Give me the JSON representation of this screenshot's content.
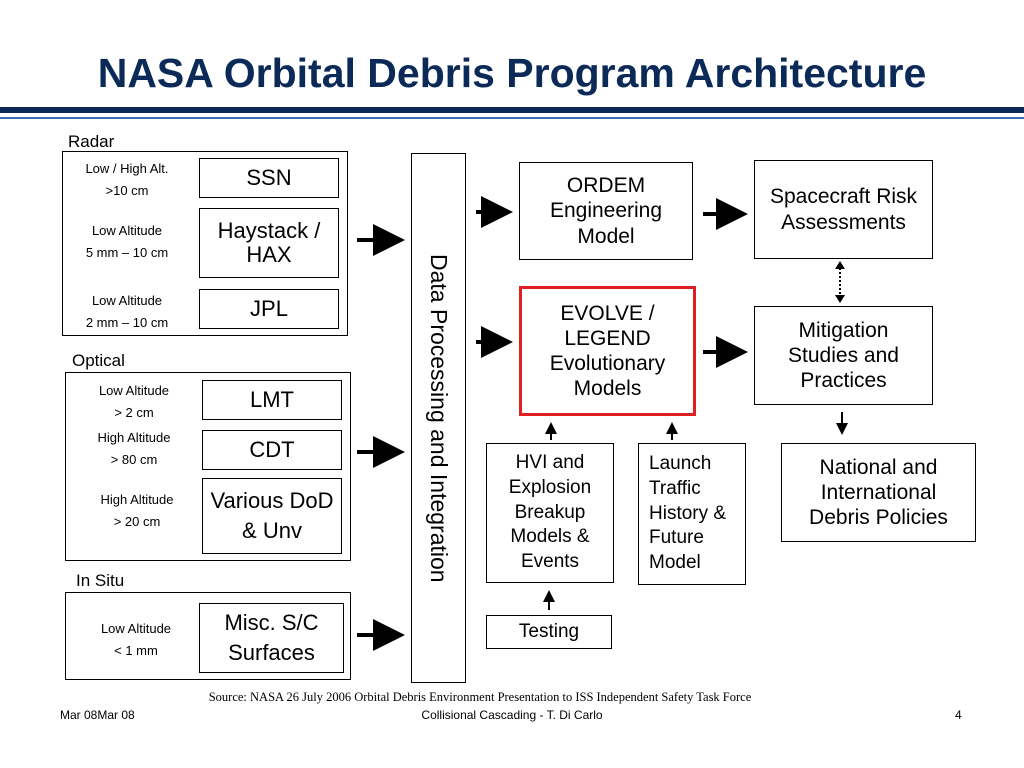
{
  "slide": {
    "title": "NASA Orbital Debris Program Architecture",
    "source": "Source: NASA 26 July 2006 Orbital Debris Environment Presentation to ISS Independent Safety Task Force",
    "footer_left": "Mar 08Mar 08",
    "footer_center": "Collisional Cascading - T. Di Carlo",
    "page_number": "4"
  },
  "radar": {
    "label": "Radar",
    "rows": [
      {
        "line1": "Low / High Alt.",
        "line2": ">10 cm",
        "box": "SSN"
      },
      {
        "line1": "Low Altitude",
        "line2": "5 mm – 10 cm",
        "box": "Haystack / HAX"
      },
      {
        "line1": "Low Altitude",
        "line2": "2 mm – 10 cm",
        "box": "JPL"
      }
    ]
  },
  "optical": {
    "label": "Optical",
    "rows": [
      {
        "line1": "Low Altitude",
        "line2": "> 2 cm",
        "box": "LMT"
      },
      {
        "line1": "High Altitude",
        "line2": "> 80 cm",
        "box": "CDT"
      },
      {
        "line1": "High Altitude",
        "line2": "> 20 cm",
        "box": "Various DoD & Unv"
      }
    ]
  },
  "insitu": {
    "label": "In Situ",
    "rows": [
      {
        "line1": "Low Altitude",
        "line2": "< 1 mm",
        "box": "Misc. S/C Surfaces"
      }
    ]
  },
  "central": {
    "label": "Data Processing and Integration"
  },
  "models": {
    "ordem": "ORDEM Engineering Model",
    "evolve": "EVOLVE / LEGEND Evolutionary Models",
    "hvi": "HVI and Explosion Breakup Models & Events",
    "launch": "Launch Traffic History & Future Model",
    "testing": "Testing"
  },
  "outputs": {
    "risk": "Spacecraft Risk Assessments",
    "mitigation": "Mitigation Studies and Practices",
    "policies": "National and International Debris Policies"
  },
  "colors": {
    "title": "#0b2a57",
    "rule": "#0b2a57",
    "rule_accent": "#3c6cb4",
    "highlight_border": "#e02020"
  }
}
